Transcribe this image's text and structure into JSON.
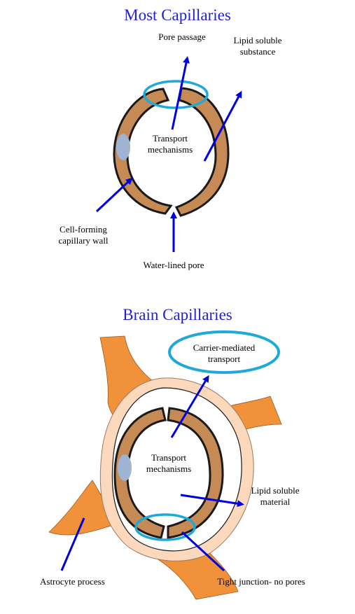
{
  "colors": {
    "title": "#1f1fd6",
    "arrow": "#0000e0",
    "cell_fill": "#c68a55",
    "cell_stroke": "#1a1a1a",
    "nucleus": "#9fb4d2",
    "highlight_ring": "#1fa9da",
    "astrocyte_dark": "#f1923a",
    "astrocyte_light": "#fcd9bc"
  },
  "top": {
    "title": "Most Capillaries",
    "labels": {
      "pore_passage": "Pore passage",
      "lipid_soluble_substance": "Lipid soluble\nsubstance",
      "transport_mechanisms": "Transport\nmechanisms",
      "cell_forming_wall": "Cell-forming\ncapillary wall",
      "water_lined_pore": "Water-lined pore"
    }
  },
  "bottom": {
    "title": "Brain Capillaries",
    "labels": {
      "carrier_mediated": "Carrier-mediated\ntransport",
      "transport_mechanisms": "Transport\nmechanisms",
      "lipid_soluble_material": "Lipid soluble\nmaterial",
      "astrocyte_process": "Astrocyte process",
      "tight_junction": "Tight junction- no pores"
    }
  }
}
